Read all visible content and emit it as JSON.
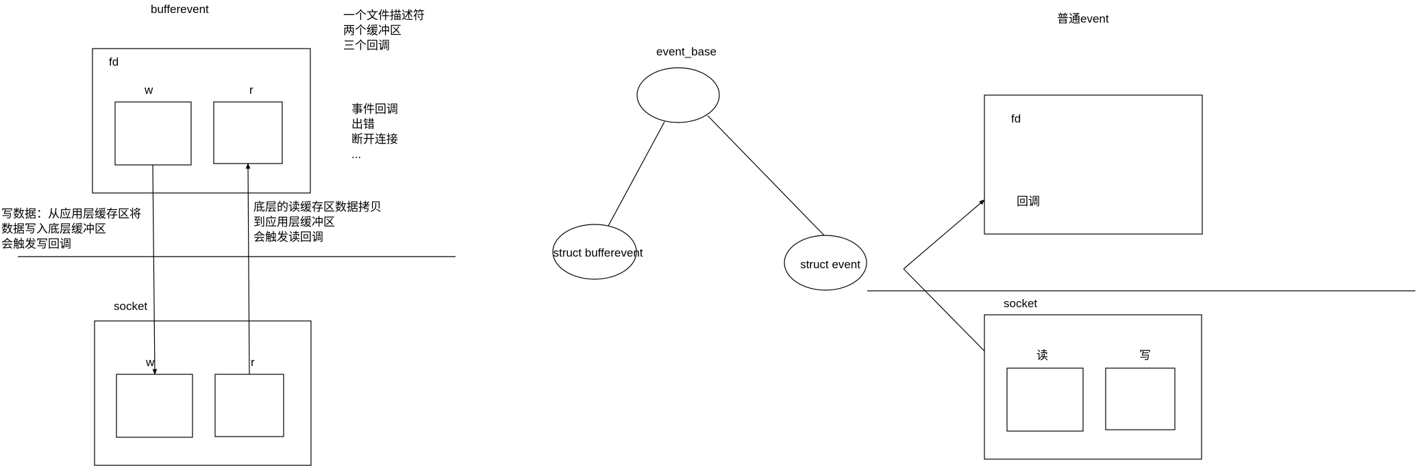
{
  "left": {
    "title": "bufferevent",
    "fd_label": "fd",
    "w_label": "w",
    "r_label": "r",
    "socket_label": "socket",
    "socket_w_label": "w",
    "socket_r_label": "r",
    "summary": [
      "一个文件描述符",
      "两个缓冲区",
      "三个回调"
    ],
    "callbacks": [
      "事件回调",
      "出错",
      "断开连接",
      "..."
    ],
    "write_note": [
      "写数据：从应用层缓存区将",
      "数据写入底层缓冲区",
      "会触发写回调"
    ],
    "read_note": [
      "底层的读缓存区数据拷贝",
      "到应用层缓冲区",
      "会触发读回调"
    ]
  },
  "middle": {
    "root_label": "event_base",
    "child_left": "struct bufferevent",
    "child_right": "struct event"
  },
  "right": {
    "title": "普通event",
    "fd_label": "fd",
    "callback_label": "回调",
    "socket_label": "socket",
    "read_label": "读",
    "write_label": "写"
  }
}
